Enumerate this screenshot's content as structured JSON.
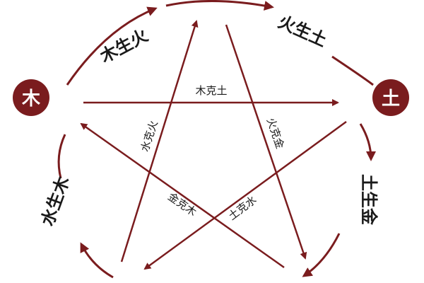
{
  "colors": {
    "accent": "#7a1c1e",
    "background": "#ffffff",
    "text": "#1a1a1a"
  },
  "elements": {
    "wood": "木",
    "earth": "土"
  },
  "generating_labels": {
    "wood_fire": "木生火",
    "fire_earth": "火生土",
    "earth_metal": "土生金",
    "water_wood": "水生木"
  },
  "controlling_labels": {
    "wood_earth": "木克土",
    "water_fire": "水克火",
    "fire_metal": "火克金",
    "metal_wood": "金克木",
    "earth_water": "土克水"
  }
}
